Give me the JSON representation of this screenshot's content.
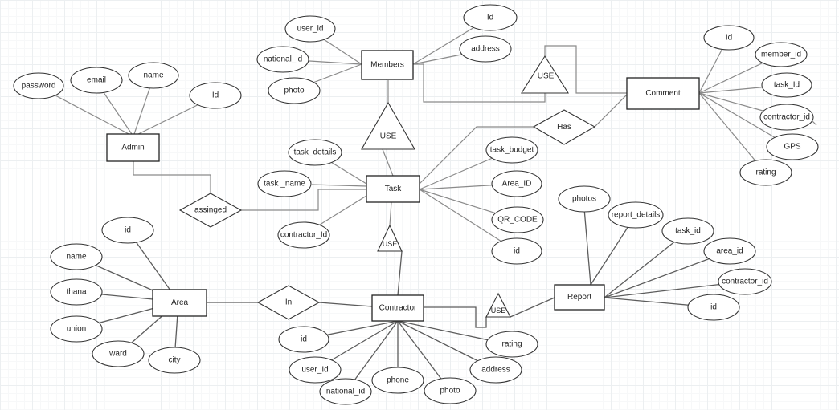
{
  "entities": {
    "admin": "Admin",
    "members": "Members",
    "comment": "Comment",
    "task": "Task",
    "area": "Area",
    "contractor": "Contractor",
    "report": "Report"
  },
  "relationships": {
    "assinged": "assinged",
    "has": "Has",
    "in": "In",
    "use_members_comment": "USE",
    "use_members_task": "USE",
    "use_task_contractor": "USE",
    "use_contractor_report": "USE"
  },
  "attributes": {
    "admin": [
      "password",
      "email",
      "name",
      "Id"
    ],
    "members": [
      "user_id",
      "national_id",
      "photo",
      "Id",
      "address"
    ],
    "comment": [
      "Id",
      "member_id",
      "task_Id",
      "contractor_id",
      "GPS",
      "rating"
    ],
    "task": [
      "task_details",
      "task _name",
      "contractor_Id",
      "task_budget",
      "Area_ID",
      "QR_CODE",
      "id"
    ],
    "area": [
      "id",
      "name",
      "thana",
      "union",
      "ward",
      "city"
    ],
    "contractor": [
      "id",
      "user_Id",
      "national_id",
      "phone",
      "photo",
      "address",
      "rating"
    ],
    "report": [
      "photos",
      "report_details",
      "task_id",
      "area_id",
      "contractor_id",
      "id"
    ]
  }
}
